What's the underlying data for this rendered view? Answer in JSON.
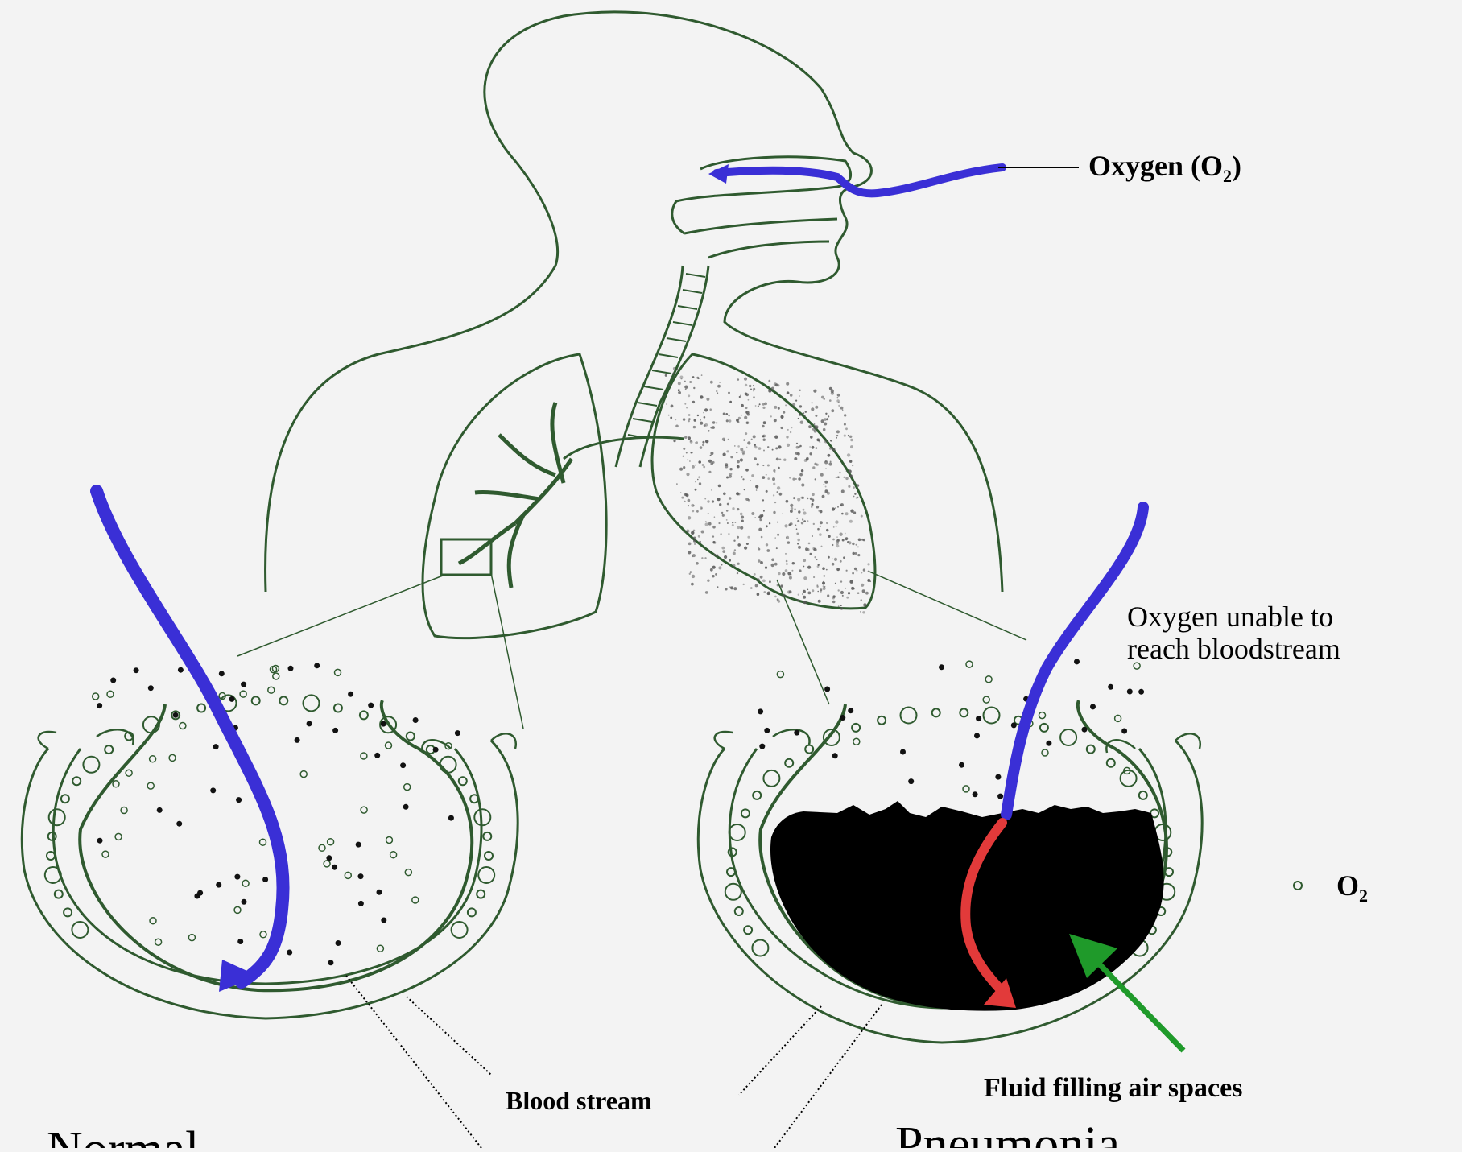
{
  "labels": {
    "oxygen_main": "Oxygen (O",
    "oxygen_sub": "2",
    "oxygen_close": ")",
    "unable_line1": "Oxygen unable to",
    "unable_line2": "reach bloodstream",
    "legend_o2": "O",
    "legend_o2_sub": "2",
    "fluid": "Fluid filling air spaces",
    "blood": "Blood stream",
    "normal": "Normal",
    "pneumonia": "Pneumonia"
  },
  "colors": {
    "outline": "#2f5a2f",
    "oxygen_flow": "#3a2fd6",
    "blocked_flow": "#e23a3a",
    "fluid_arrow": "#1f9a2a",
    "fluid": "#000000",
    "background": "#f3f3f3"
  }
}
